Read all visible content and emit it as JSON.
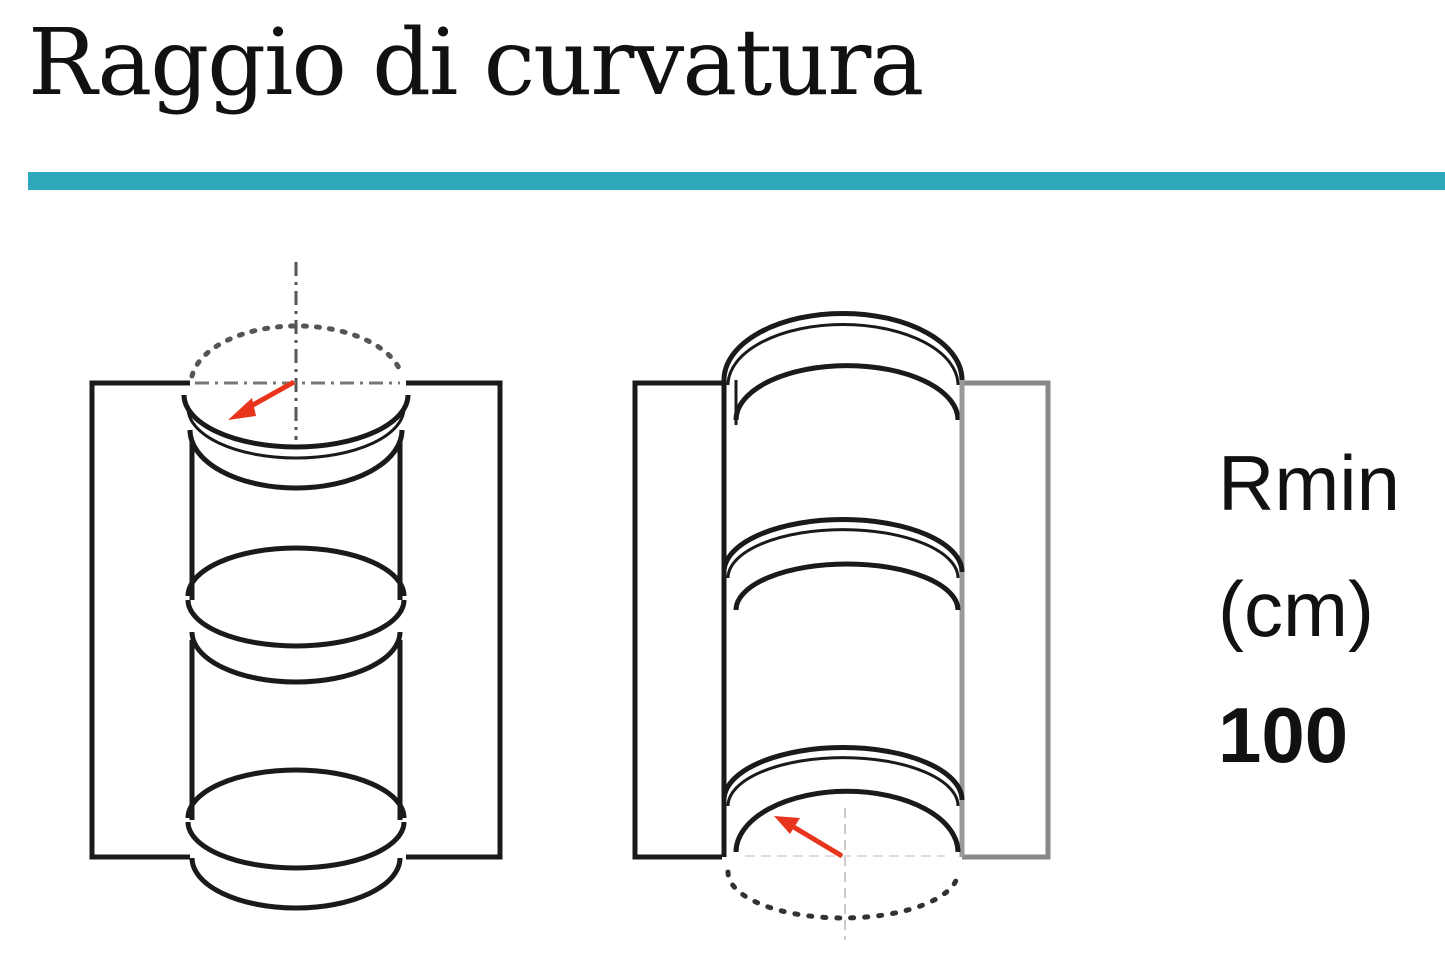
{
  "header": {
    "title": "Raggio di curvatura",
    "rule_color": "#2fa8bb"
  },
  "diagram": {
    "left_figure": "bending-convex",
    "right_figure": "bending-concave",
    "arrow_color": "#e8341c",
    "line_color": "#1a1a1a"
  },
  "spec": {
    "label": "Rmin",
    "unit": "(cm)",
    "value": "100"
  }
}
